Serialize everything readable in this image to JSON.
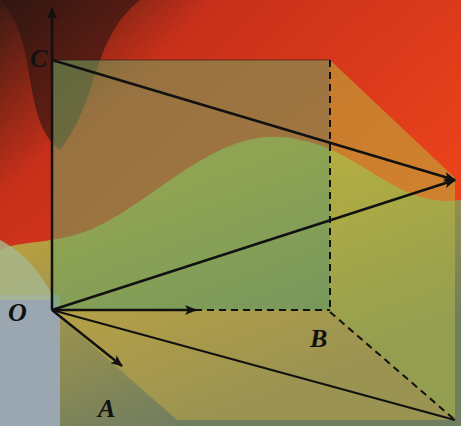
{
  "diagram": {
    "labels": [
      "C",
      "O",
      "B",
      "A"
    ]
  }
}
